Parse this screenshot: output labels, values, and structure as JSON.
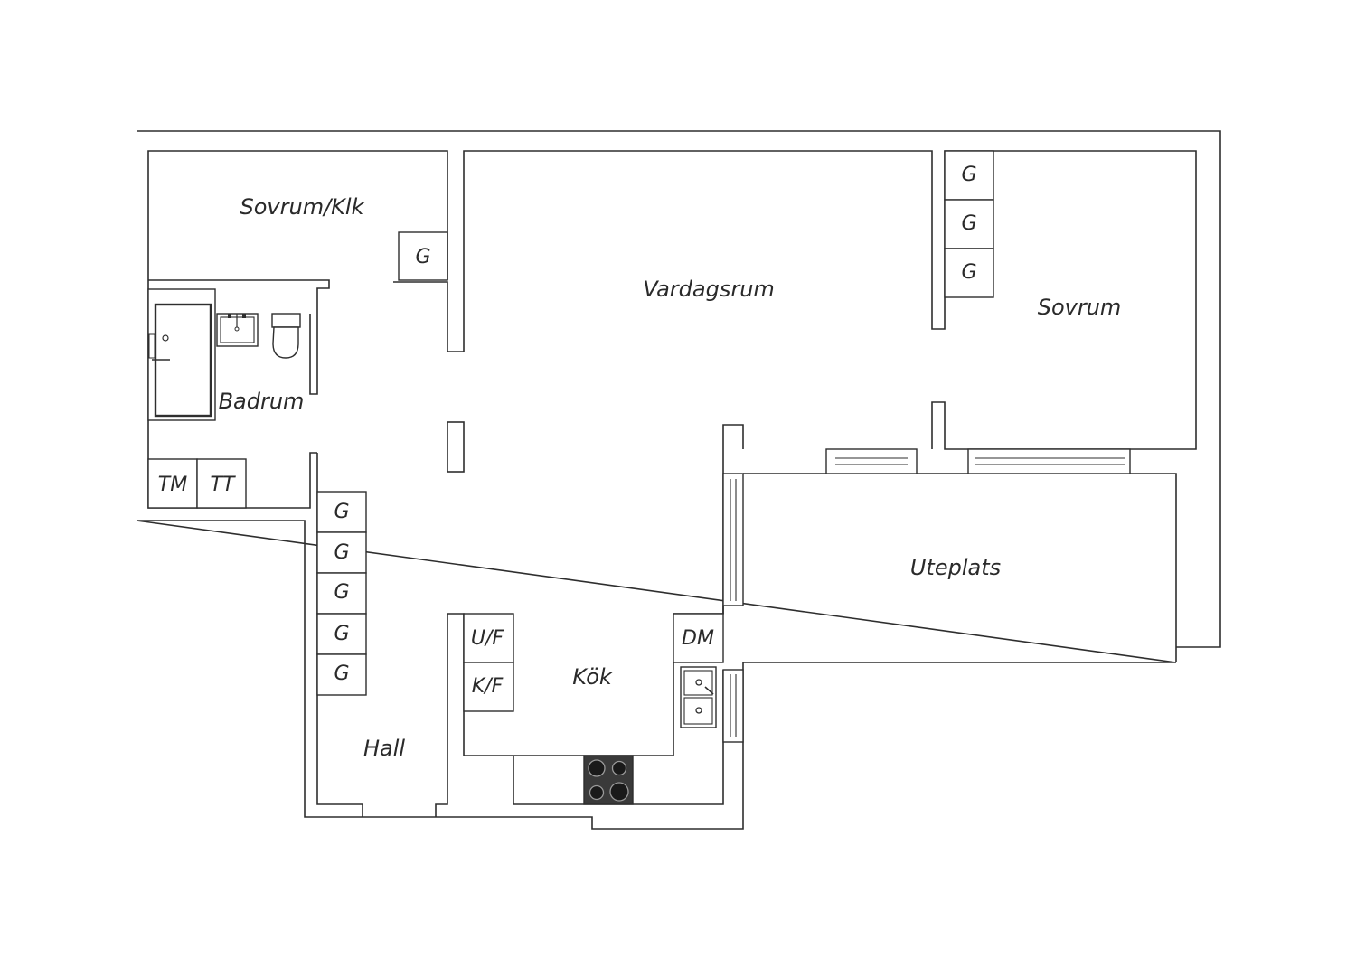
{
  "rooms": {
    "sovrum_klk": "Sovrum/Klk",
    "vardagsrum": "Vardagsrum",
    "sovrum": "Sovrum",
    "badrum": "Badrum",
    "uteplats": "Uteplats",
    "kok": "Kök",
    "hall": "Hall"
  },
  "fixtures": {
    "closet": "G",
    "tvattmaskin": "TM",
    "torktumlare": "TT",
    "freezer": "U/F",
    "fridge_freezer": "K/F",
    "dishwasher": "DM"
  }
}
